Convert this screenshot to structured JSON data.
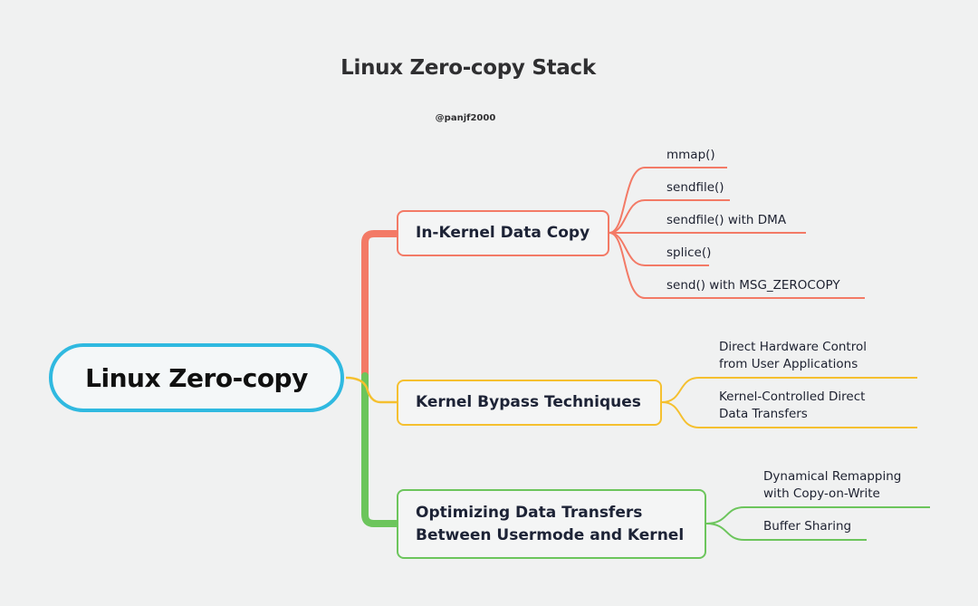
{
  "title": "Linux Zero-copy Stack",
  "author": "@panjf2000",
  "root": {
    "label": "Linux Zero-copy"
  },
  "branches": [
    {
      "label": "In-Kernel Data Copy",
      "color": "#f37a66",
      "leaves": [
        "mmap()",
        "sendfile()",
        "sendfile() with DMA",
        "splice()",
        "send() with MSG_ZEROCOPY"
      ]
    },
    {
      "label": "Kernel Bypass Techniques",
      "color": "#f5c02f",
      "leaves": [
        {
          "line1": "Direct Hardware Control",
          "line2": "from User Applications"
        },
        {
          "line1": "Kernel-Controlled Direct",
          "line2": "Data Transfers"
        }
      ]
    },
    {
      "label_line1": "Optimizing Data Transfers",
      "label_line2": "Between Usermode and Kernel",
      "color": "#6cc55c",
      "leaves": [
        {
          "line1": "Dynamical Remapping",
          "line2": "with Copy-on-Write"
        },
        "Buffer Sharing"
      ]
    }
  ]
}
